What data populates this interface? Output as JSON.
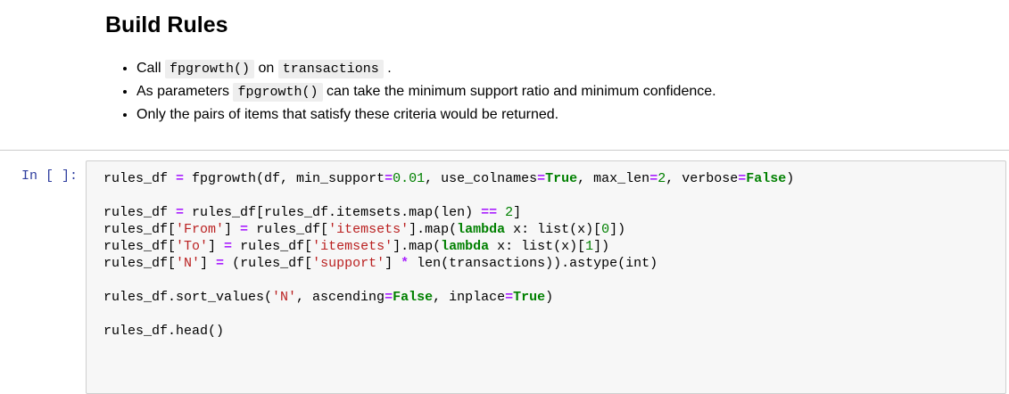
{
  "heading": "Build Rules",
  "bullets": [
    [
      {
        "t": "Call "
      },
      {
        "code": "fpgrowth()"
      },
      {
        "t": " on "
      },
      {
        "code": "transactions"
      },
      {
        "t": " ."
      }
    ],
    [
      {
        "t": "As parameters "
      },
      {
        "code": "fpgrowth()"
      },
      {
        "t": " can take the minimum support ratio and minimum confidence."
      }
    ],
    [
      {
        "t": "Only the pairs of items that satisfy these criteria would be returned."
      }
    ]
  ],
  "cell": {
    "prompt": "In [ ]:",
    "lines": [
      [
        [
          "rules_df ",
          ""
        ],
        [
          "=",
          "op"
        ],
        [
          " fpgrowth(df, min_support",
          ""
        ],
        [
          "=",
          "op"
        ],
        [
          "0.01",
          "num"
        ],
        [
          ", use_colnames",
          ""
        ],
        [
          "=",
          "op"
        ],
        [
          "True",
          "kw"
        ],
        [
          ", max_len",
          ""
        ],
        [
          "=",
          "op"
        ],
        [
          "2",
          "num"
        ],
        [
          ", verbose",
          ""
        ],
        [
          "=",
          "op"
        ],
        [
          "False",
          "kw"
        ],
        [
          ")",
          ""
        ]
      ],
      [],
      [
        [
          "rules_df ",
          ""
        ],
        [
          "=",
          "op"
        ],
        [
          " rules_df[rules_df.itemsets.map(len) ",
          ""
        ],
        [
          "==",
          "op"
        ],
        [
          " ",
          ""
        ],
        [
          "2",
          "num"
        ],
        [
          "]",
          ""
        ]
      ],
      [
        [
          "rules_df[",
          ""
        ],
        [
          "'From'",
          "str"
        ],
        [
          "] ",
          ""
        ],
        [
          "=",
          "op"
        ],
        [
          " rules_df[",
          ""
        ],
        [
          "'itemsets'",
          "str"
        ],
        [
          "].map(",
          ""
        ],
        [
          "lambda",
          "kw"
        ],
        [
          " x: list(x)[",
          ""
        ],
        [
          "0",
          "num"
        ],
        [
          "])",
          ""
        ]
      ],
      [
        [
          "rules_df[",
          ""
        ],
        [
          "'To'",
          "str"
        ],
        [
          "] ",
          ""
        ],
        [
          "=",
          "op"
        ],
        [
          " rules_df[",
          ""
        ],
        [
          "'itemsets'",
          "str"
        ],
        [
          "].map(",
          ""
        ],
        [
          "lambda",
          "kw"
        ],
        [
          " x: list(x)[",
          ""
        ],
        [
          "1",
          "num"
        ],
        [
          "])",
          ""
        ]
      ],
      [
        [
          "rules_df[",
          ""
        ],
        [
          "'N'",
          "str"
        ],
        [
          "] ",
          ""
        ],
        [
          "=",
          "op"
        ],
        [
          " (rules_df[",
          ""
        ],
        [
          "'support'",
          "str"
        ],
        [
          "] ",
          ""
        ],
        [
          "*",
          "op"
        ],
        [
          " len(transactions)).astype(int)",
          ""
        ]
      ],
      [],
      [
        [
          "rules_df.sort_values(",
          ""
        ],
        [
          "'N'",
          "str"
        ],
        [
          ", ascending",
          ""
        ],
        [
          "=",
          "op"
        ],
        [
          "False",
          "kw"
        ],
        [
          ", inplace",
          ""
        ],
        [
          "=",
          "op"
        ],
        [
          "True",
          "kw"
        ],
        [
          ")",
          ""
        ]
      ],
      [],
      [
        [
          "rules_df.head()",
          ""
        ]
      ]
    ]
  }
}
